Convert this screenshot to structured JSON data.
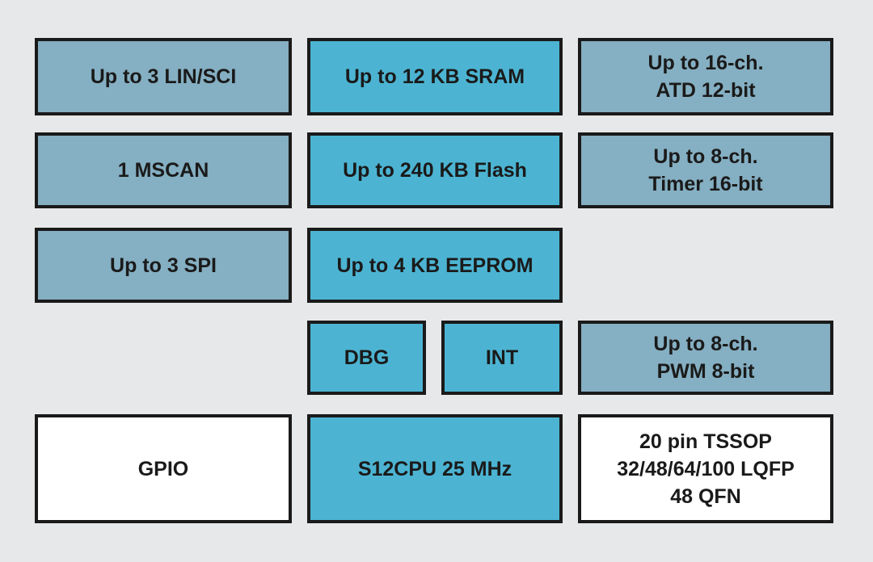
{
  "colors": {
    "background": "#e7e8e9",
    "steel_blue_block": "#85afc2",
    "cyan_block": "#4cb4d2",
    "white_block": "#ffffff",
    "border": "#1a1a1a",
    "text": "#1a1a1a"
  },
  "diagram": {
    "blocks": {
      "lin_sci": "Up to 3 LIN/SCI",
      "sram": "Up to 12 KB SRAM",
      "atd": "Up to 16-ch.\nATD 12-bit",
      "mscan": "1 MSCAN",
      "flash": "Up to 240 KB Flash",
      "timer": "Up to 8-ch.\nTimer 16-bit",
      "spi": "Up to 3 SPI",
      "eeprom": "Up to 4 KB EEPROM",
      "dbg": "DBG",
      "int": "INT",
      "pwm": "Up to 8-ch.\nPWM 8-bit",
      "gpio": "GPIO",
      "cpu": "S12CPU 25 MHz",
      "package": "20 pin TSSOP\n32/48/64/100 LQFP\n48 QFN"
    }
  }
}
